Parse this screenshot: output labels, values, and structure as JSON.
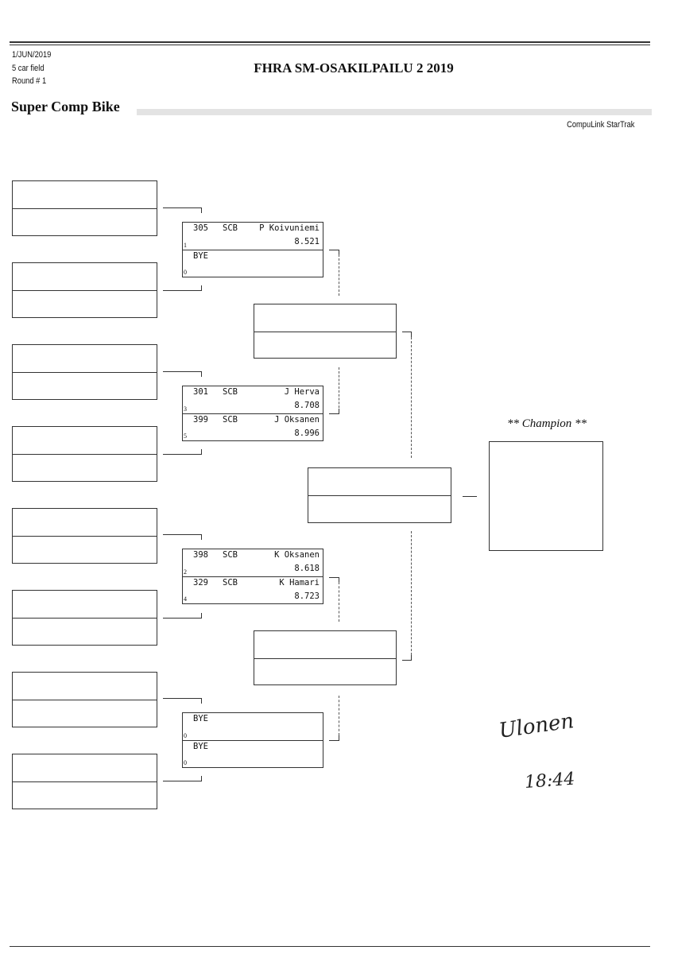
{
  "header": {
    "date": "1/JUN/2019",
    "field": "5 car field",
    "round": "Round # 1",
    "title": "FHRA SM-OSAKILPAILU 2 2019",
    "class_name": "Super Comp Bike",
    "software": "CompuLink StarTrak"
  },
  "round1": [
    {
      "top": {
        "number": "305",
        "class": "SCB",
        "name": "P Koivuniemi",
        "et": "8.521",
        "seed": "1"
      },
      "bottom": {
        "number": "BYE",
        "class": "",
        "name": "",
        "et": "",
        "seed": "0"
      }
    },
    {
      "top": {
        "number": "301",
        "class": "SCB",
        "name": "J Herva",
        "et": "8.708",
        "seed": "3"
      },
      "bottom": {
        "number": "399",
        "class": "SCB",
        "name": "J Oksanen",
        "et": "8.996",
        "seed": "5"
      }
    },
    {
      "top": {
        "number": "398",
        "class": "SCB",
        "name": "K Oksanen",
        "et": "8.618",
        "seed": "2"
      },
      "bottom": {
        "number": "329",
        "class": "SCB",
        "name": "K Hamari",
        "et": "8.723",
        "seed": "4"
      }
    },
    {
      "top": {
        "number": "BYE",
        "class": "",
        "name": "",
        "et": "",
        "seed": "0"
      },
      "bottom": {
        "number": "BYE",
        "class": "",
        "name": "",
        "et": "",
        "seed": "0"
      }
    }
  ],
  "champion_label": "** Champion **",
  "signature": {
    "text": "Ulonen",
    "time": "18:44"
  }
}
